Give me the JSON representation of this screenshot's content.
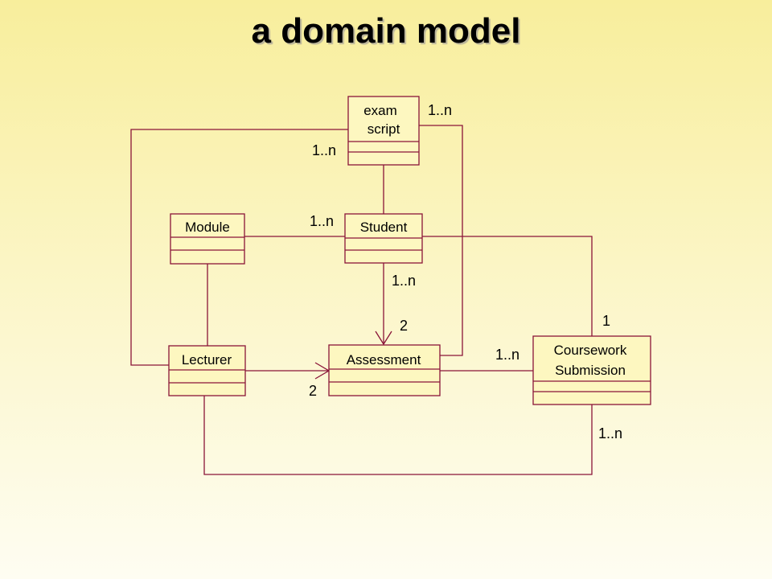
{
  "title": "a domain model",
  "classes": {
    "exam_script": [
      "exam",
      "script"
    ],
    "module": "Module",
    "student": "Student",
    "lecturer": "Lecturer",
    "assessment": "Assessment",
    "coursework_submission": [
      "Coursework",
      "Submission"
    ]
  },
  "multiplicities": {
    "exam_script_right": "1..n",
    "exam_script_left": "1..n",
    "student_module": "1..n",
    "student_assessment": "1..n",
    "assessment_student": "2",
    "coursework_student": "1",
    "coursework_assessment": "1..n",
    "lecturer_assessment": "2",
    "coursework_lecturer": "1..n"
  },
  "colors": {
    "line": "#8a1438",
    "class_fill": "#fdf7c0"
  }
}
